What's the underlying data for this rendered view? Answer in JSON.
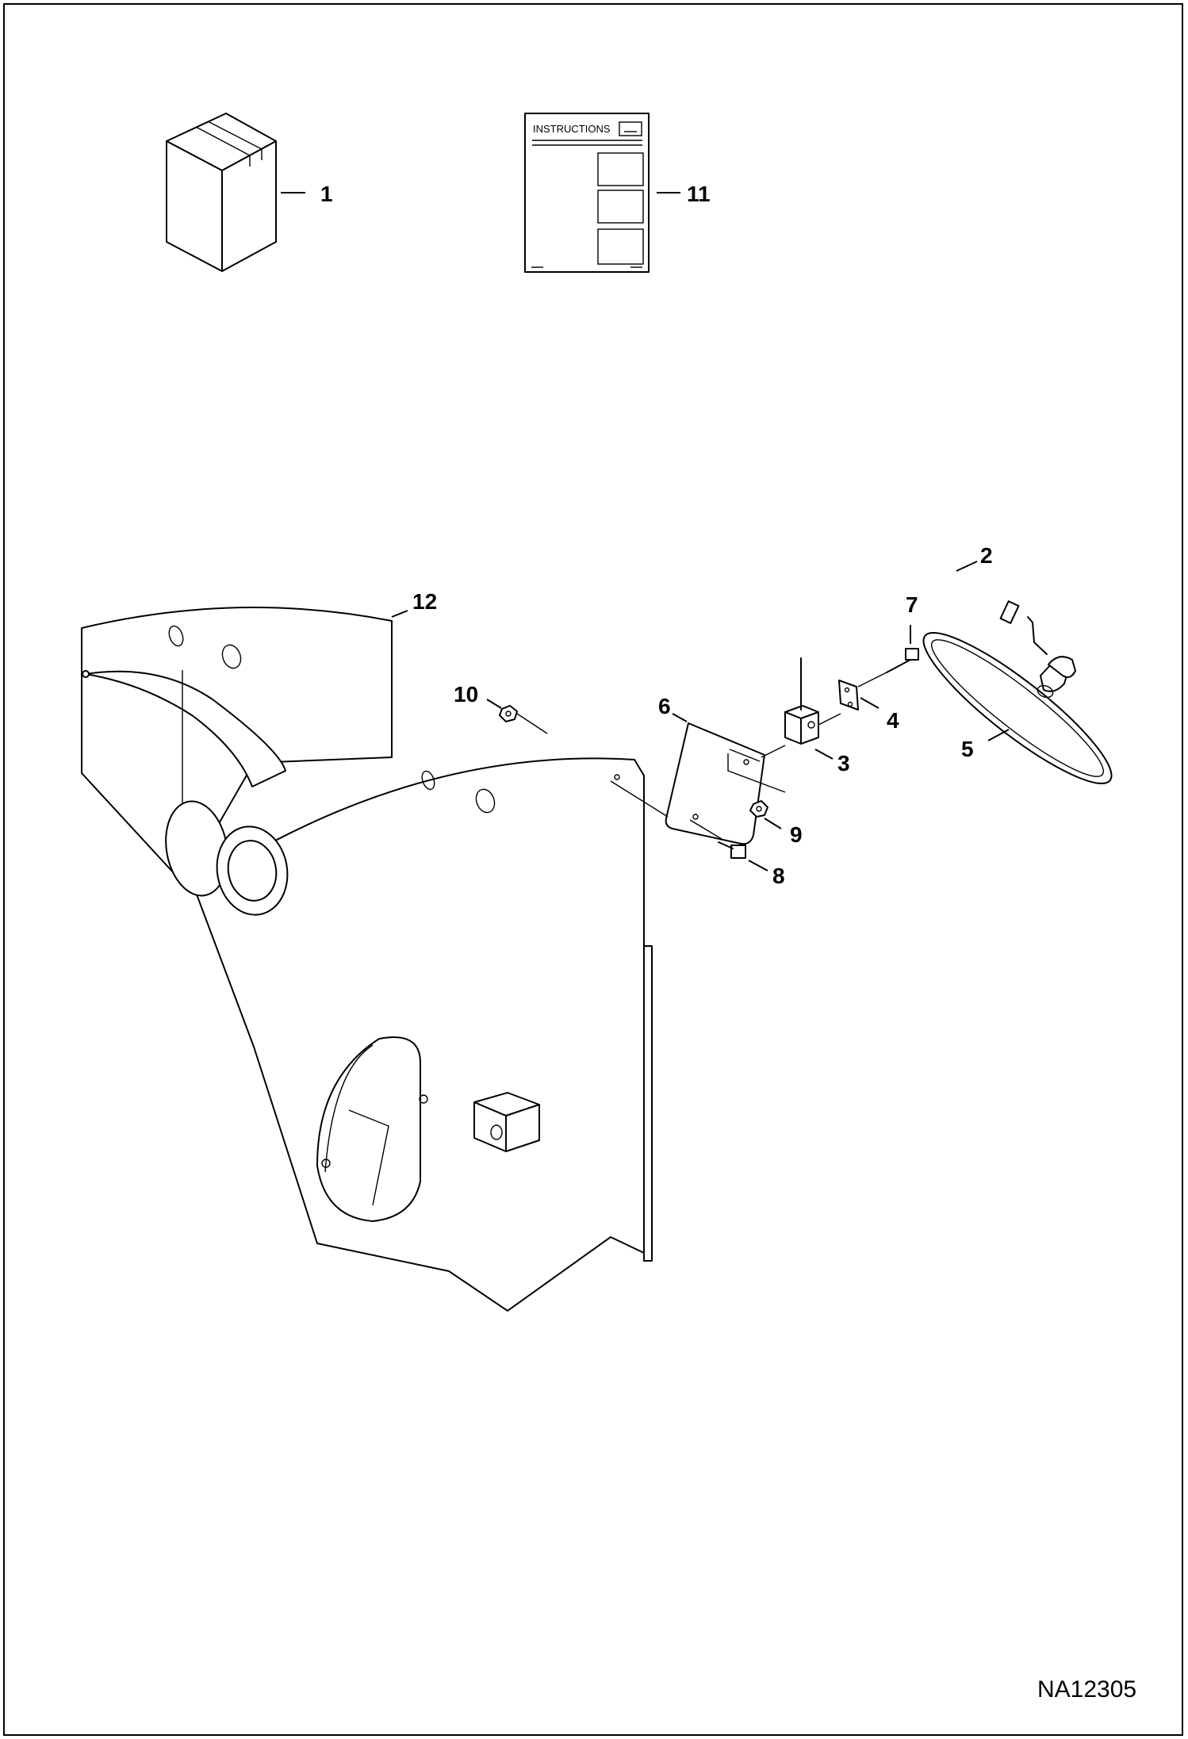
{
  "figure_id": "NA12305",
  "instructions_label": "INSTRUCTIONS",
  "callouts": {
    "c1": "1",
    "c2": "2",
    "c3": "3",
    "c4": "4",
    "c5": "5",
    "c6": "6",
    "c7": "7",
    "c8": "8",
    "c9": "9",
    "c10": "10",
    "c11": "11",
    "c12": "12"
  },
  "parts": [
    {
      "id": "1",
      "name": "kit box"
    },
    {
      "id": "2",
      "name": "mirror arm tube"
    },
    {
      "id": "3",
      "name": "clamp block"
    },
    {
      "id": "4",
      "name": "clamp plate"
    },
    {
      "id": "5",
      "name": "mirror"
    },
    {
      "id": "6",
      "name": "mounting bracket"
    },
    {
      "id": "7",
      "name": "bolt"
    },
    {
      "id": "8",
      "name": "bolt"
    },
    {
      "id": "9",
      "name": "nut"
    },
    {
      "id": "10",
      "name": "nut"
    },
    {
      "id": "11",
      "name": "instructions"
    },
    {
      "id": "12",
      "name": "lift arm"
    }
  ]
}
